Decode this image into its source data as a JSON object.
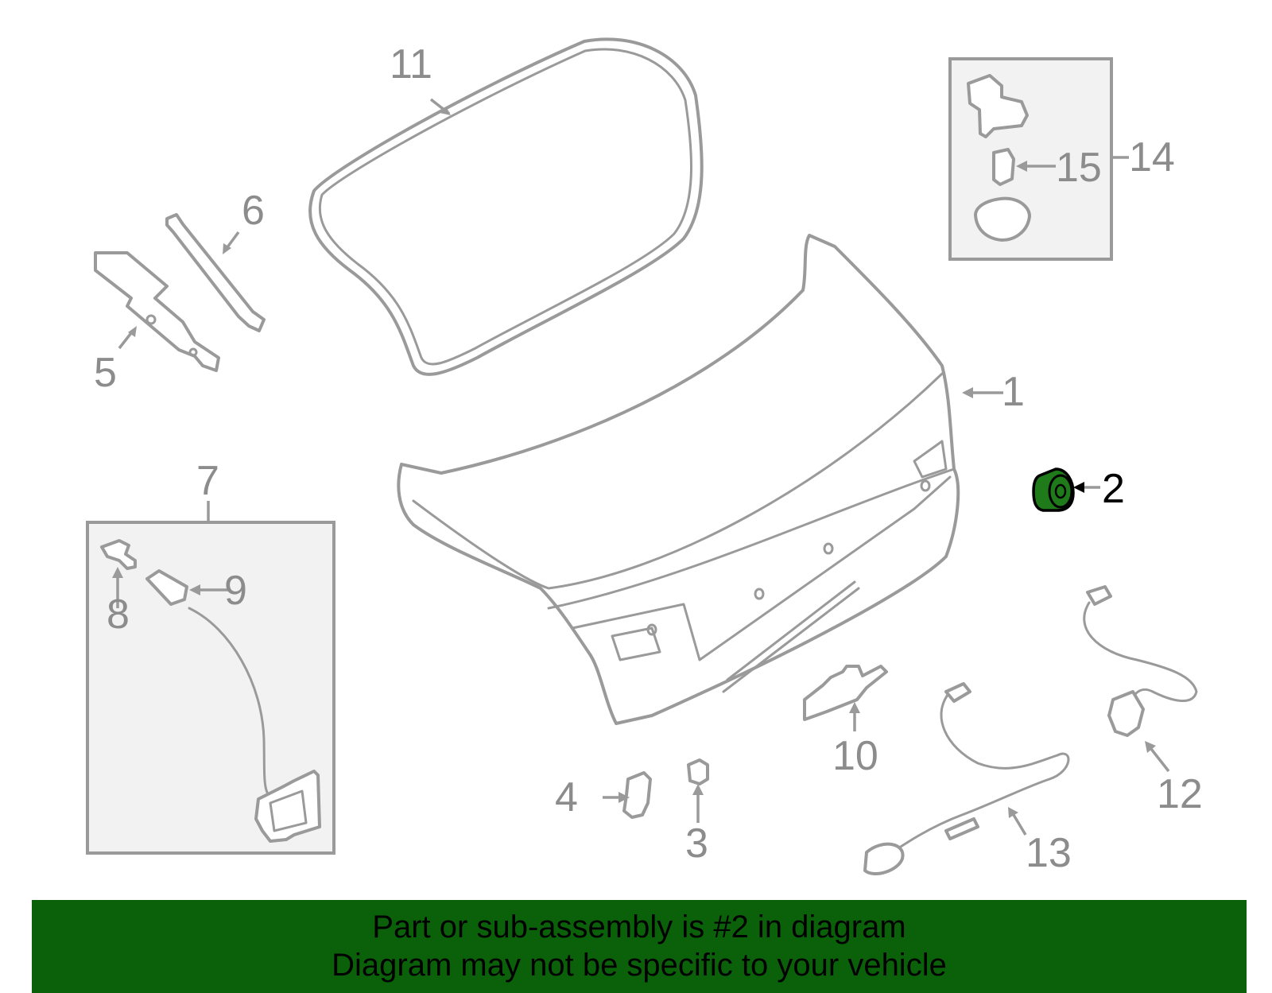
{
  "labels": {
    "l1": "1",
    "l2": "2",
    "l3": "3",
    "l4": "4",
    "l5": "5",
    "l6": "6",
    "l7": "7",
    "l8": "8",
    "l9": "9",
    "l10": "10",
    "l11": "11",
    "l12": "12",
    "l13": "13",
    "l14": "14",
    "l15": "15"
  },
  "highlight": {
    "part": "2",
    "color": "#1f7a1a"
  },
  "banner": {
    "line1": "Part or sub-assembly is #2 in diagram",
    "line2": "Diagram may not be specific to your vehicle",
    "color": "#0b6109"
  }
}
